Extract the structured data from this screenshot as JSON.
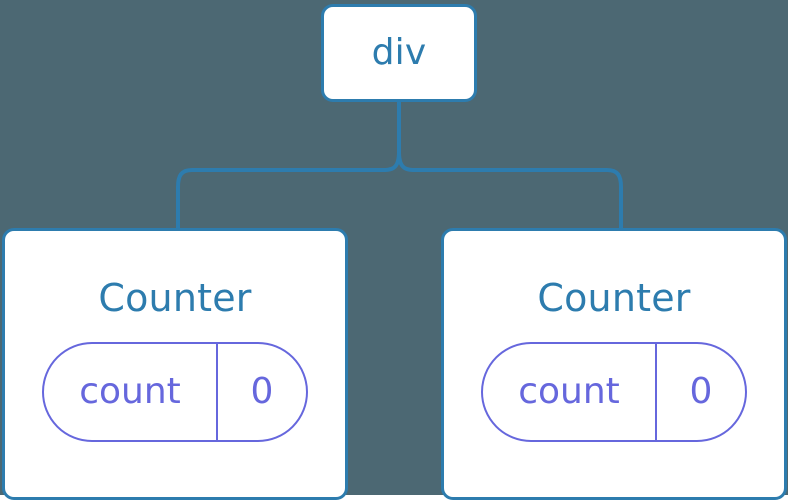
{
  "diagram": {
    "type": "component-tree",
    "background_color": "#4c6873",
    "node_border_color": "#2d7cae",
    "node_fill_color": "#ffffff",
    "node_text_color": "#2d7cae",
    "state_accent_color": "#6667dd",
    "connector_color": "#2d7cae",
    "root": {
      "label": "div"
    },
    "children": [
      {
        "label": "Counter",
        "state": {
          "key": "count",
          "value": "0"
        }
      },
      {
        "label": "Counter",
        "state": {
          "key": "count",
          "value": "0"
        }
      }
    ]
  }
}
